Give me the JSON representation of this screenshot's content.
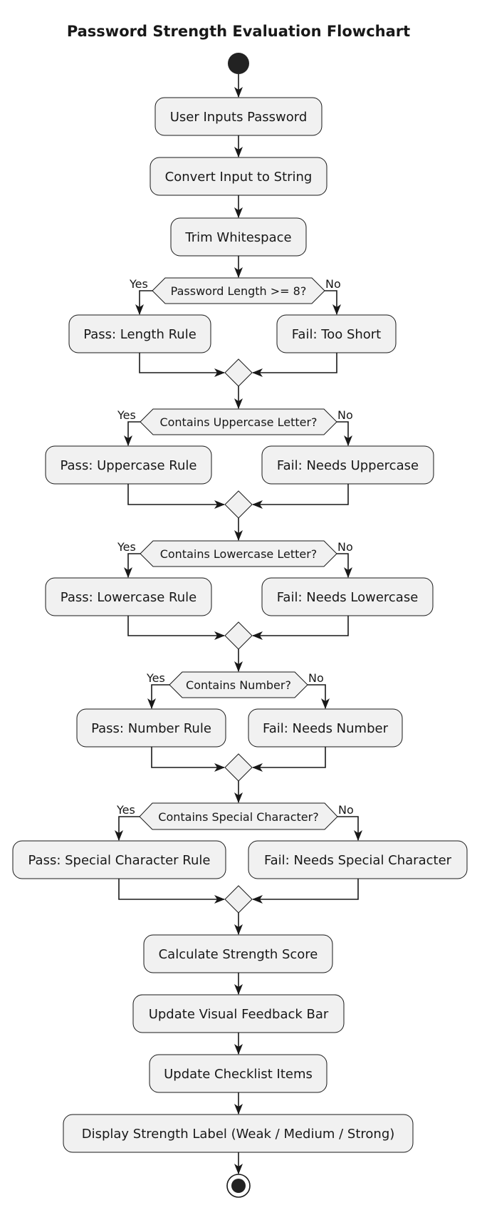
{
  "title": "Password Strength Evaluation Flowchart",
  "start": {
    "label": ""
  },
  "intro_steps": [
    "User Inputs Password",
    "Convert Input to String",
    "Trim Whitespace"
  ],
  "checks": [
    {
      "question": "Password Length >= 8?",
      "yes": "Yes",
      "no": "No",
      "pass": "Pass: Length Rule",
      "fail": "Fail: Too Short"
    },
    {
      "question": "Contains Uppercase Letter?",
      "yes": "Yes",
      "no": "No",
      "pass": "Pass: Uppercase Rule",
      "fail": "Fail: Needs Uppercase"
    },
    {
      "question": "Contains Lowercase Letter?",
      "yes": "Yes",
      "no": "No",
      "pass": "Pass: Lowercase Rule",
      "fail": "Fail: Needs Lowercase"
    },
    {
      "question": "Contains Number?",
      "yes": "Yes",
      "no": "No",
      "pass": "Pass: Number Rule",
      "fail": "Fail: Needs Number"
    },
    {
      "question": "Contains Special Character?",
      "yes": "Yes",
      "no": "No",
      "pass": "Pass: Special Character Rule",
      "fail": "Fail: Needs Special Character"
    }
  ],
  "final_steps": [
    "Calculate Strength Score",
    "Update Visual Feedback Bar",
    "Update Checklist Items",
    "Display Strength Label (Weak / Medium / Strong)"
  ],
  "colors": {
    "node_fill": "#f1f1f1",
    "stroke": "#181818",
    "background": "#ffffff"
  }
}
